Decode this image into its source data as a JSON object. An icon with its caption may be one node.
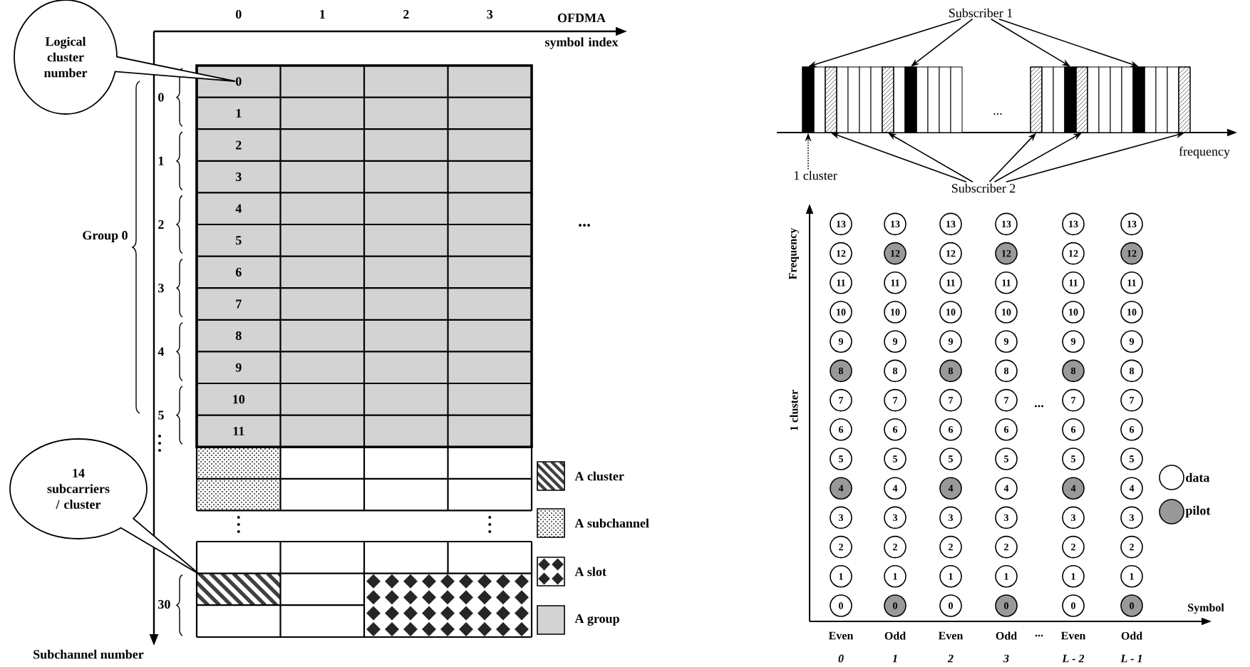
{
  "diagram": {
    "nodes": [
      {
        "text": [
          "Logical cluster number"
        ]
      },
      {
        "text": [
          "14 subcarriers / cluster"
        ]
      },
      {
        "text": [
          "Subscriber 1"
        ]
      },
      {
        "text": [
          "Subscriber 2"
        ]
      },
      {
        "text": [
          "1 cluster"
        ]
      },
      {
        "text": [],
        "shape": "bar"
      },
      {
        "text": [],
        "shape": "bar"
      },
      {
        "text": [],
        "shape": "bar"
      },
      {
        "text": [],
        "shape": "bar"
      },
      {
        "text": [],
        "shape": "bar"
      },
      {
        "text": [],
        "shape": "bar"
      },
      {
        "text": [],
        "shape": "bar"
      },
      {
        "text": [],
        "shape": "bar"
      },
      {
        "text": [],
        "shape": "bar"
      },
      {
        "text": [
          "13"
        ]
      },
      {
        "text": [
          "13"
        ]
      },
      {
        "text": [
          "13"
        ]
      },
      {
        "text": [
          "13"
        ]
      },
      {
        "text": [
          "13"
        ]
      },
      {
        "text": [
          "13"
        ]
      },
      {
        "text": [
          "12"
        ]
      },
      {
        "text": [
          "12"
        ]
      },
      {
        "text": [
          "12"
        ]
      },
      {
        "text": [
          "12"
        ]
      },
      {
        "text": [
          "12"
        ]
      },
      {
        "text": [
          "12"
        ]
      },
      {
        "text": [
          "11"
        ]
      },
      {
        "text": [
          "11"
        ]
      },
      {
        "text": [
          "11"
        ]
      },
      {
        "text": [
          "11"
        ]
      },
      {
        "text": [
          "11"
        ]
      },
      {
        "text": [
          "11"
        ]
      },
      {
        "text": [
          "10"
        ]
      },
      {
        "text": [
          "10"
        ]
      },
      {
        "text": [
          "10"
        ]
      },
      {
        "text": [
          "10"
        ]
      },
      {
        "text": [
          "10"
        ]
      },
      {
        "text": [
          "10"
        ]
      },
      {
        "text": [
          "9"
        ]
      },
      {
        "text": [
          "9"
        ]
      },
      {
        "text": [
          "9"
        ]
      },
      {
        "text": [
          "9"
        ]
      },
      {
        "text": [
          "9"
        ]
      },
      {
        "text": [
          "9"
        ]
      },
      {
        "text": [
          "8"
        ]
      },
      {
        "text": [
          "8"
        ]
      },
      {
        "text": [
          "8"
        ]
      },
      {
        "text": [
          "8"
        ]
      },
      {
        "text": [
          "8"
        ]
      },
      {
        "text": [
          "8"
        ]
      },
      {
        "text": [
          "7"
        ]
      },
      {
        "text": [
          "7"
        ]
      },
      {
        "text": [
          "7"
        ]
      },
      {
        "text": [
          "7"
        ]
      },
      {
        "text": [
          "7"
        ]
      },
      {
        "text": [
          "7"
        ]
      },
      {
        "text": [
          "6"
        ]
      },
      {
        "text": [
          "6"
        ]
      },
      {
        "text": [
          "6"
        ]
      },
      {
        "text": [
          "6"
        ]
      },
      {
        "text": [
          "6"
        ]
      },
      {
        "text": [
          "6"
        ]
      },
      {
        "text": [
          "5"
        ]
      },
      {
        "text": [
          "5"
        ]
      },
      {
        "text": [
          "5"
        ]
      },
      {
        "text": [
          "5"
        ]
      },
      {
        "text": [
          "5"
        ]
      },
      {
        "text": [
          "5"
        ]
      },
      {
        "text": [
          "4"
        ]
      },
      {
        "text": [
          "4"
        ]
      },
      {
        "text": [
          "4"
        ]
      },
      {
        "text": [
          "4"
        ]
      },
      {
        "text": [
          "4"
        ]
      },
      {
        "text": [
          "4"
        ]
      },
      {
        "text": [
          "3"
        ]
      },
      {
        "text": [
          "3"
        ]
      },
      {
        "text": [
          "3"
        ]
      },
      {
        "text": [
          "3"
        ]
      },
      {
        "text": [
          "3"
        ]
      },
      {
        "text": [
          "3"
        ]
      },
      {
        "text": [
          "2"
        ]
      },
      {
        "text": [
          "2"
        ]
      },
      {
        "text": [
          "2"
        ]
      },
      {
        "text": [
          "2"
        ]
      },
      {
        "text": [
          "2"
        ]
      },
      {
        "text": [
          "2"
        ]
      },
      {
        "text": [
          "1"
        ]
      },
      {
        "text": [
          "1"
        ]
      },
      {
        "text": [
          "1"
        ]
      },
      {
        "text": [
          "1"
        ]
      },
      {
        "text": [
          "1"
        ]
      },
      {
        "text": [
          "1"
        ]
      },
      {
        "text": [
          "0"
        ]
      },
      {
        "text": [
          "0"
        ]
      },
      {
        "text": [
          "0"
        ]
      },
      {
        "text": [
          "0"
        ]
      },
      {
        "text": [
          "0"
        ]
      },
      {
        "text": [
          "0"
        ]
      }
    ],
    "edges": [
      {
        "from": 2,
        "to": 5,
        "arrow": "to"
      },
      {
        "from": 2,
        "to": 8,
        "arrow": "to"
      },
      {
        "from": 2,
        "to": 10,
        "arrow": "to"
      },
      {
        "from": 2,
        "to": 12,
        "arrow": "to"
      },
      {
        "from": 3,
        "to": 6,
        "arrow": "to"
      },
      {
        "from": 3,
        "to": 7,
        "arrow": "to"
      },
      {
        "from": 3,
        "to": 9,
        "arrow": "to"
      },
      {
        "from": 3,
        "to": 11,
        "arrow": "to"
      },
      {
        "from": 3,
        "to": 13,
        "arrow": "to"
      },
      {
        "from": 4,
        "to": 5,
        "arrow": "to",
        "style": "dashed"
      }
    ],
    "labels": [
      "0",
      "1",
      "2",
      "3",
      "OFDMA symbol index",
      "0",
      "1",
      "2",
      "3",
      "4",
      "5",
      "6",
      "7",
      "8",
      "9",
      "10",
      "11",
      "0",
      "1",
      "2",
      "3",
      "4",
      "5",
      "Group 0",
      "...",
      "30",
      "Subchannel number",
      "...",
      "frequency",
      "Frequency",
      "1 cluster",
      "Symbol",
      "...",
      "Even",
      "Odd",
      "Even",
      "Odd",
      "...",
      "Even",
      "Odd",
      "0",
      "1",
      "2",
      "3",
      "L - 2",
      "L - 1"
    ],
    "legend": [
      {
        "text": "A cluster"
      },
      {
        "text": "A subchannel"
      },
      {
        "text": "A slot"
      },
      {
        "text": "A group",
        "color": "#d3d3d3"
      },
      {
        "text": "data"
      },
      {
        "text": "pilot",
        "color": "#999999"
      }
    ]
  }
}
